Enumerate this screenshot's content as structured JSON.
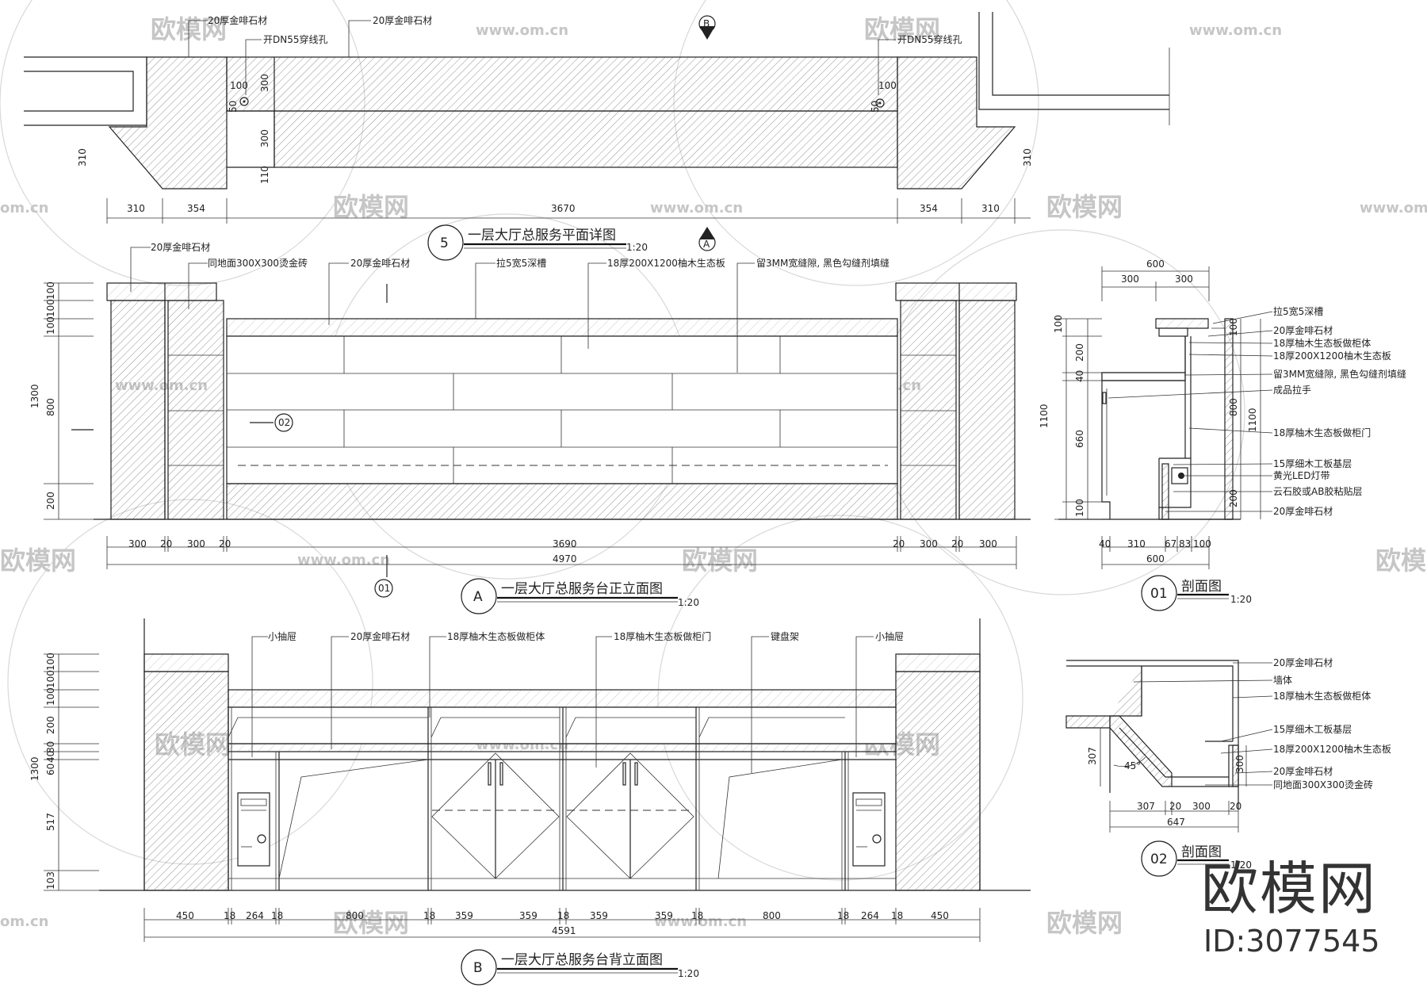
{
  "plan": {
    "labels": [
      "20厚金啡石材",
      "开DN55穿线孔",
      "20厚金啡石材",
      "开DN55穿线孔"
    ],
    "section_marker_b": "B",
    "section_marker_a": "A",
    "inner_dims": [
      "100",
      "300",
      "300",
      "110",
      "50",
      "100",
      "50",
      "310",
      "310"
    ],
    "dims": [
      "310",
      "354",
      "3670",
      "354",
      "310"
    ],
    "title_no": "5",
    "title": "一层大厅总服务平面详图",
    "scale": "1:20"
  },
  "front": {
    "labels": [
      "20厚金啡石材",
      "同地面300X300烫金砖",
      "20厚金啡石材",
      "拉5宽5深槽",
      "18厚200X1200柚木生态板",
      "留3MM宽缝隙, 黑色勾缝剂填缝"
    ],
    "left_dims": [
      "100",
      "100",
      "100",
      "1300",
      "800",
      "200"
    ],
    "bottom_dims": [
      "300",
      "20",
      "300",
      "20",
      "3690",
      "20",
      "300",
      "20",
      "300"
    ],
    "total": "4970",
    "marker_02": "02",
    "marker_01": "01",
    "title_no": "A",
    "title": "一层大厅总服务台正立面图",
    "scale": "1:20"
  },
  "back": {
    "labels": [
      "小抽屉",
      "20厚金啡石材",
      "18厚柚木生态板做柜体",
      "18厚柚木生态板做柜门",
      "键盘架",
      "小抽屉"
    ],
    "left_dims": [
      "100",
      "100",
      "100",
      "200",
      "80",
      "40",
      "60",
      "1300",
      "517",
      "103"
    ],
    "bottom_dims": [
      "450",
      "18",
      "264",
      "18",
      "800",
      "18",
      "359",
      "359",
      "18",
      "359",
      "359",
      "18",
      "800",
      "18",
      "264",
      "18",
      "450"
    ],
    "total": "4591",
    "title_no": "B",
    "title": "一层大厅总服务台背立面图",
    "scale": "1:20"
  },
  "section1": {
    "top_total": "600",
    "top_dims": [
      "300",
      "300"
    ],
    "left_dims": [
      "100",
      "200",
      "40",
      "1100",
      "660",
      "100"
    ],
    "right_dims": [
      "100",
      "800",
      "1100",
      "200"
    ],
    "labels": [
      "拉5宽5深槽",
      "20厚金啡石材",
      "18厚柚木生态板做柜体",
      "18厚200X1200柚木生态板",
      "留3MM宽缝隙, 黑色勾缝剂填缝",
      "成品拉手",
      "18厚柚木生态板做柜门",
      "15厚细木工板基层",
      "黄光LED灯带",
      "云石胶或AB胶粘贴层",
      "20厚金啡石材"
    ],
    "bottom_dims": [
      "40",
      "310",
      "67",
      "83",
      "100"
    ],
    "bottom_total": "600",
    "title_no": "01",
    "title": "剖面图",
    "scale": "1:20"
  },
  "section2": {
    "labels": [
      "20厚金啡石材",
      "墙体",
      "18厚柚木生态板做柜体",
      "15厚细木工板基层",
      "18厚200X1200柚木生态板",
      "20厚金啡石材",
      "同地面300X300烫金砖"
    ],
    "left_dim": "307",
    "angle": "45°",
    "right_dim": "300",
    "bottom_dims": [
      "307",
      "20",
      "300",
      "20"
    ],
    "bottom_total": "647",
    "title_no": "02",
    "title": "剖面图",
    "scale": "1:20"
  },
  "watermark": {
    "brand": "欧模网",
    "url": "www.om.cn",
    "url_cut": "om.cn",
    "id": "ID:3077545"
  },
  "colors": {
    "line": "#222222",
    "watermark": "#c6c6c6",
    "background": "#ffffff"
  }
}
